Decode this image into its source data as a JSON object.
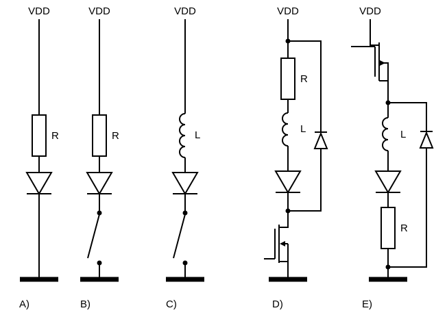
{
  "figure": {
    "background": "#ffffff",
    "line_color": "#000000",
    "description": "Five LED drive circuit options A-E from VDD to ground",
    "circuits": [
      {
        "id": "A",
        "caption": "A)",
        "supply": "VDD",
        "labels": {
          "resistor": "R"
        },
        "components": [
          "resistor",
          "diode"
        ]
      },
      {
        "id": "B",
        "caption": "B)",
        "supply": "VDD",
        "labels": {
          "resistor": "R"
        },
        "components": [
          "resistor",
          "diode",
          "switch"
        ]
      },
      {
        "id": "C",
        "caption": "C)",
        "supply": "VDD",
        "labels": {
          "inductor": "L"
        },
        "components": [
          "inductor",
          "diode",
          "switch"
        ]
      },
      {
        "id": "D",
        "caption": "D)",
        "supply": "VDD",
        "labels": {
          "resistor": "R",
          "inductor": "L"
        },
        "components": [
          "resistor",
          "inductor",
          "freewheel-diode",
          "diode",
          "nmos-transistor"
        ]
      },
      {
        "id": "E",
        "caption": "E)",
        "supply": "VDD",
        "labels": {
          "resistor": "R",
          "inductor": "L"
        },
        "components": [
          "pmos-transistor",
          "inductor",
          "freewheel-diode",
          "diode",
          "resistor"
        ]
      }
    ]
  }
}
